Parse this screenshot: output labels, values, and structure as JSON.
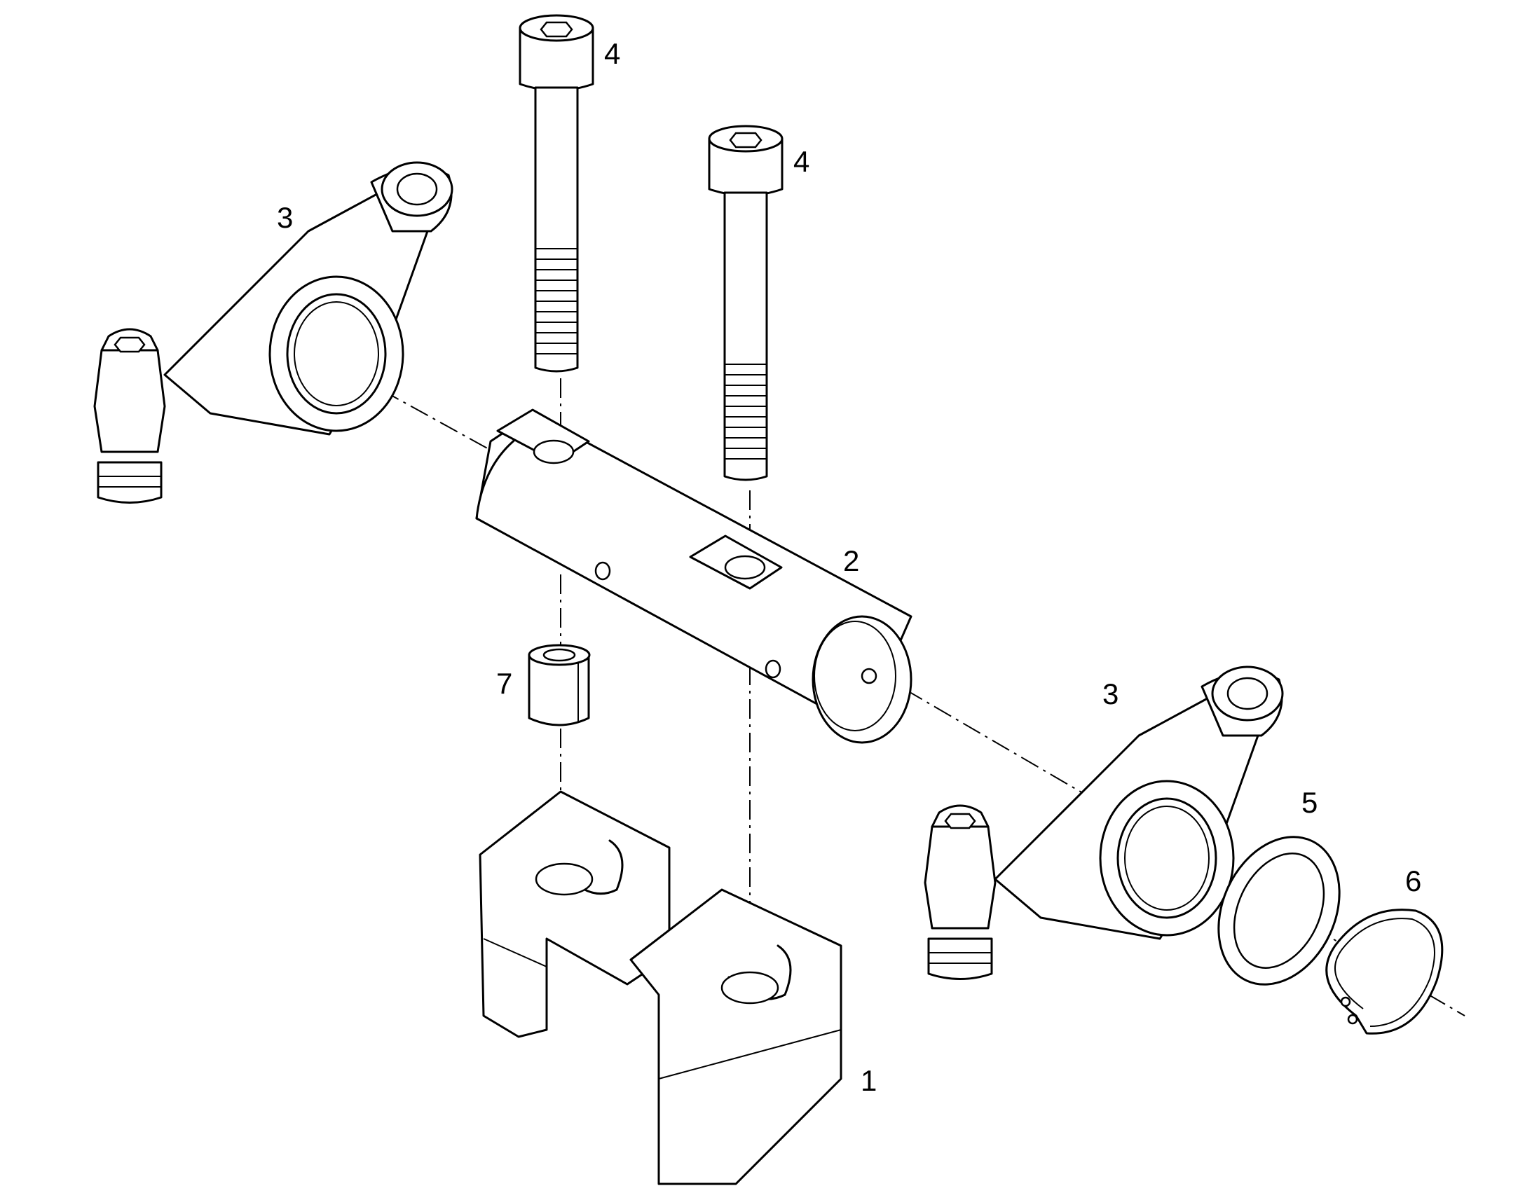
{
  "callouts": {
    "c1": "1",
    "c2": "2",
    "c3a": "3",
    "c3b": "3",
    "c4a": "4",
    "c4b": "4",
    "c5": "5",
    "c6": "6",
    "c7": "7"
  },
  "colors": {
    "line": "#000000",
    "background": "#ffffff"
  }
}
